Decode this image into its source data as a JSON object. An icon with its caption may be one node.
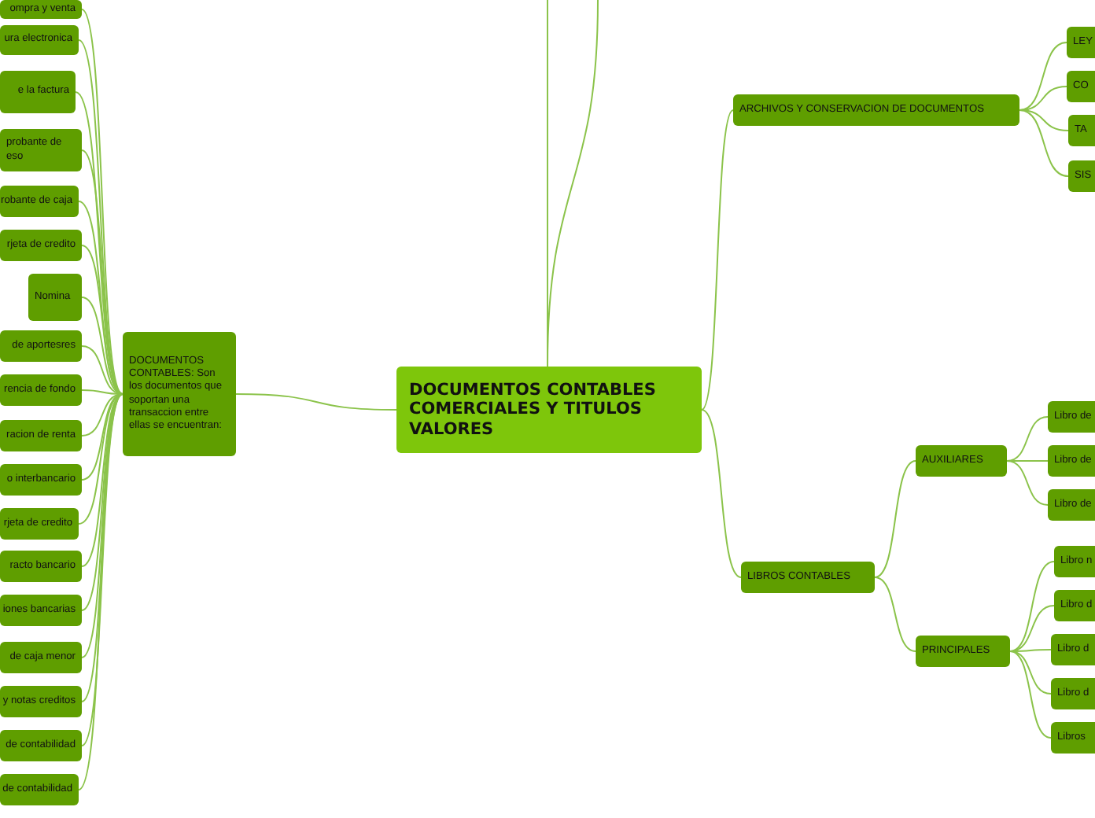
{
  "diagram": {
    "nodes": [
      {
        "text": [
          "DOCUMENTOS CONTABLES COMERCIALES Y TITULOS VALORES"
        ]
      },
      {
        "text": [
          "DOCUMENTOS CONTABLES: Son los documentos que soportan una transaccion entre ellas se encuentran:"
        ]
      },
      {
        "text": [
          "ompra y venta"
        ]
      },
      {
        "text": [
          "ura electronica"
        ]
      },
      {
        "text": [
          "e la factura"
        ]
      },
      {
        "text": [
          "probante de eso"
        ]
      },
      {
        "text": [
          "robante de caja"
        ]
      },
      {
        "text": [
          "rjeta de credito"
        ]
      },
      {
        "text": [
          "Nomina"
        ]
      },
      {
        "text": [
          "de aportesres"
        ]
      },
      {
        "text": [
          "rencia de fondo"
        ]
      },
      {
        "text": [
          "racion de renta"
        ]
      },
      {
        "text": [
          "o interbancario"
        ]
      },
      {
        "text": [
          "rjeta de credito"
        ]
      },
      {
        "text": [
          "racto bancario"
        ]
      },
      {
        "text": [
          "iones bancarias"
        ]
      },
      {
        "text": [
          "de caja menor"
        ]
      },
      {
        "text": [
          "y notas creditos"
        ]
      },
      {
        "text": [
          "de contabilidad"
        ]
      },
      {
        "text": [
          "de contabilidad"
        ]
      },
      {
        "text": [
          "ARCHIVOS Y CONSERVACION DE DOCUMENTOS"
        ]
      },
      {
        "text": [
          "LEY"
        ]
      },
      {
        "text": [
          "CO"
        ]
      },
      {
        "text": [
          "TA"
        ]
      },
      {
        "text": [
          "SIS"
        ]
      },
      {
        "text": [
          "LIBROS CONTABLES"
        ]
      },
      {
        "text": [
          "AUXILIARES"
        ]
      },
      {
        "text": [
          "Libro de"
        ]
      },
      {
        "text": [
          "Libro de"
        ]
      },
      {
        "text": [
          "Libro de"
        ]
      },
      {
        "text": [
          "PRINCIPALES"
        ]
      },
      {
        "text": [
          "Libro n"
        ]
      },
      {
        "text": [
          "Libro d"
        ]
      },
      {
        "text": [
          "Libro d"
        ]
      },
      {
        "text": [
          "Libro d"
        ]
      },
      {
        "text": [
          "Libros"
        ]
      }
    ],
    "edges": [
      {
        "from": 0,
        "to": 1,
        "arrow": "none"
      },
      {
        "from": 1,
        "to": 2,
        "arrow": "none"
      },
      {
        "from": 1,
        "to": 3,
        "arrow": "none"
      },
      {
        "from": 1,
        "to": 4,
        "arrow": "none"
      },
      {
        "from": 1,
        "to": 5,
        "arrow": "none"
      },
      {
        "from": 1,
        "to": 6,
        "arrow": "none"
      },
      {
        "from": 1,
        "to": 7,
        "arrow": "none"
      },
      {
        "from": 1,
        "to": 8,
        "arrow": "none"
      },
      {
        "from": 1,
        "to": 9,
        "arrow": "none"
      },
      {
        "from": 1,
        "to": 10,
        "arrow": "none"
      },
      {
        "from": 1,
        "to": 11,
        "arrow": "none"
      },
      {
        "from": 1,
        "to": 12,
        "arrow": "none"
      },
      {
        "from": 1,
        "to": 13,
        "arrow": "none"
      },
      {
        "from": 1,
        "to": 14,
        "arrow": "none"
      },
      {
        "from": 1,
        "to": 15,
        "arrow": "none"
      },
      {
        "from": 1,
        "to": 16,
        "arrow": "none"
      },
      {
        "from": 1,
        "to": 17,
        "arrow": "none"
      },
      {
        "from": 1,
        "to": 18,
        "arrow": "none"
      },
      {
        "from": 1,
        "to": 19,
        "arrow": "none"
      },
      {
        "from": 0,
        "to": 20,
        "arrow": "none"
      },
      {
        "from": 20,
        "to": 21,
        "arrow": "none"
      },
      {
        "from": 20,
        "to": 22,
        "arrow": "none"
      },
      {
        "from": 20,
        "to": 23,
        "arrow": "none"
      },
      {
        "from": 20,
        "to": 24,
        "arrow": "none"
      },
      {
        "from": 0,
        "to": 25,
        "arrow": "none"
      },
      {
        "from": 25,
        "to": 26,
        "arrow": "none"
      },
      {
        "from": 26,
        "to": 27,
        "arrow": "none"
      },
      {
        "from": 26,
        "to": 28,
        "arrow": "none"
      },
      {
        "from": 26,
        "to": 29,
        "arrow": "none"
      },
      {
        "from": 25,
        "to": 30,
        "arrow": "none"
      },
      {
        "from": 30,
        "to": 31,
        "arrow": "none"
      },
      {
        "from": 30,
        "to": 32,
        "arrow": "none"
      },
      {
        "from": 30,
        "to": 33,
        "arrow": "none"
      },
      {
        "from": 30,
        "to": 34,
        "arrow": "none"
      },
      {
        "from": 30,
        "to": 35,
        "arrow": "none"
      },
      {
        "from": 0,
        "to": null,
        "arrow": "none"
      },
      {
        "from": 0,
        "to": null,
        "arrow": "none"
      }
    ]
  }
}
